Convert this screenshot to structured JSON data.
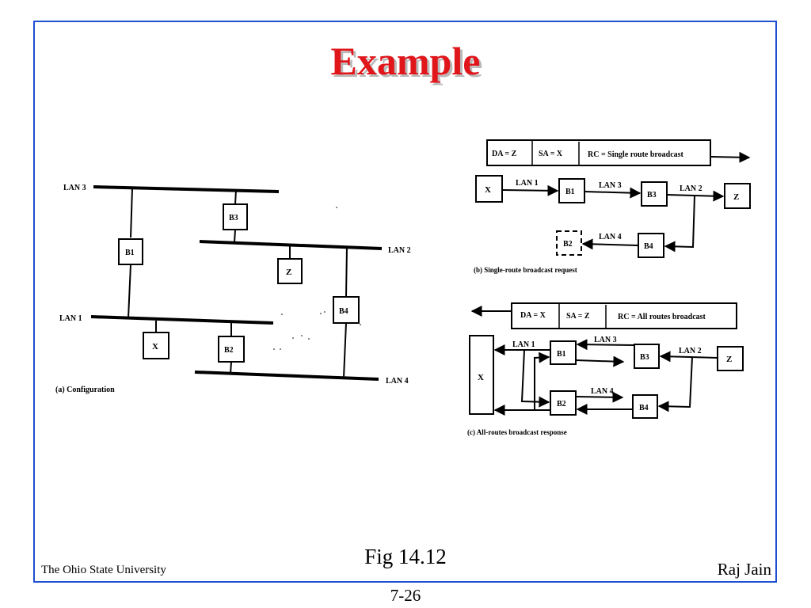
{
  "slide": {
    "title": "Example",
    "figure_caption": "Fig 14.12",
    "footer_left": "The Ohio State University",
    "footer_right": "Raj Jain",
    "page_number": "7-26",
    "title_color": "#e0161b",
    "border_color": "#1e4fd1"
  },
  "config": {
    "caption": "(a) Configuration",
    "lans": [
      "LAN 3",
      "LAN 2",
      "LAN 1",
      "LAN 4"
    ],
    "bridges": [
      "B1",
      "B3",
      "B4",
      "B2"
    ],
    "stations": [
      "X",
      "Z"
    ]
  },
  "single_route": {
    "caption": "(b) Single-route broadcast request",
    "header_fields": [
      "DA = Z",
      "SA = X",
      "RC = Single route broadcast"
    ],
    "nodes": [
      "X",
      "B1",
      "B3",
      "Z",
      "B2",
      "B4"
    ],
    "links": [
      "LAN 1",
      "LAN 3",
      "LAN 2",
      "LAN 4"
    ]
  },
  "all_routes": {
    "caption": "(c) All-routes broadcast response",
    "header_fields": [
      "DA = X",
      "SA = Z",
      "RC = All routes broadcast"
    ],
    "nodes": [
      "X",
      "B1",
      "B3",
      "Z",
      "B2",
      "B4"
    ],
    "links": [
      "LAN 1",
      "LAN 3",
      "LAN 2",
      "LAN 4"
    ]
  }
}
